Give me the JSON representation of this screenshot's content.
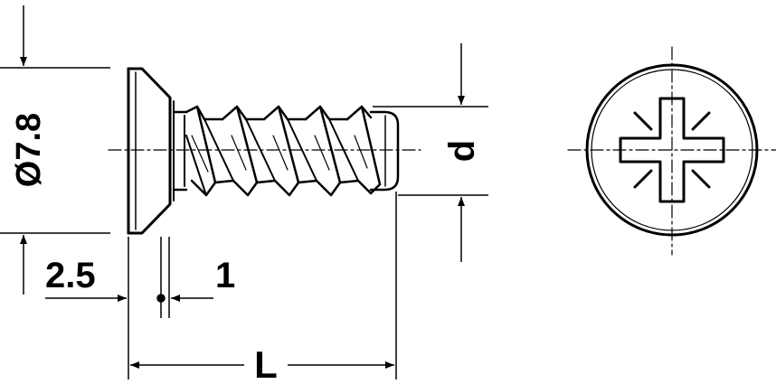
{
  "dimensions": {
    "head_diameter": "Ø7.8",
    "thread_diameter": "d",
    "head_height": "2.5",
    "gap": "1",
    "length": "L"
  },
  "icons": {
    "side_view": "countersunk-screw-side-icon",
    "top_view": "pozidriv-head-icon"
  }
}
